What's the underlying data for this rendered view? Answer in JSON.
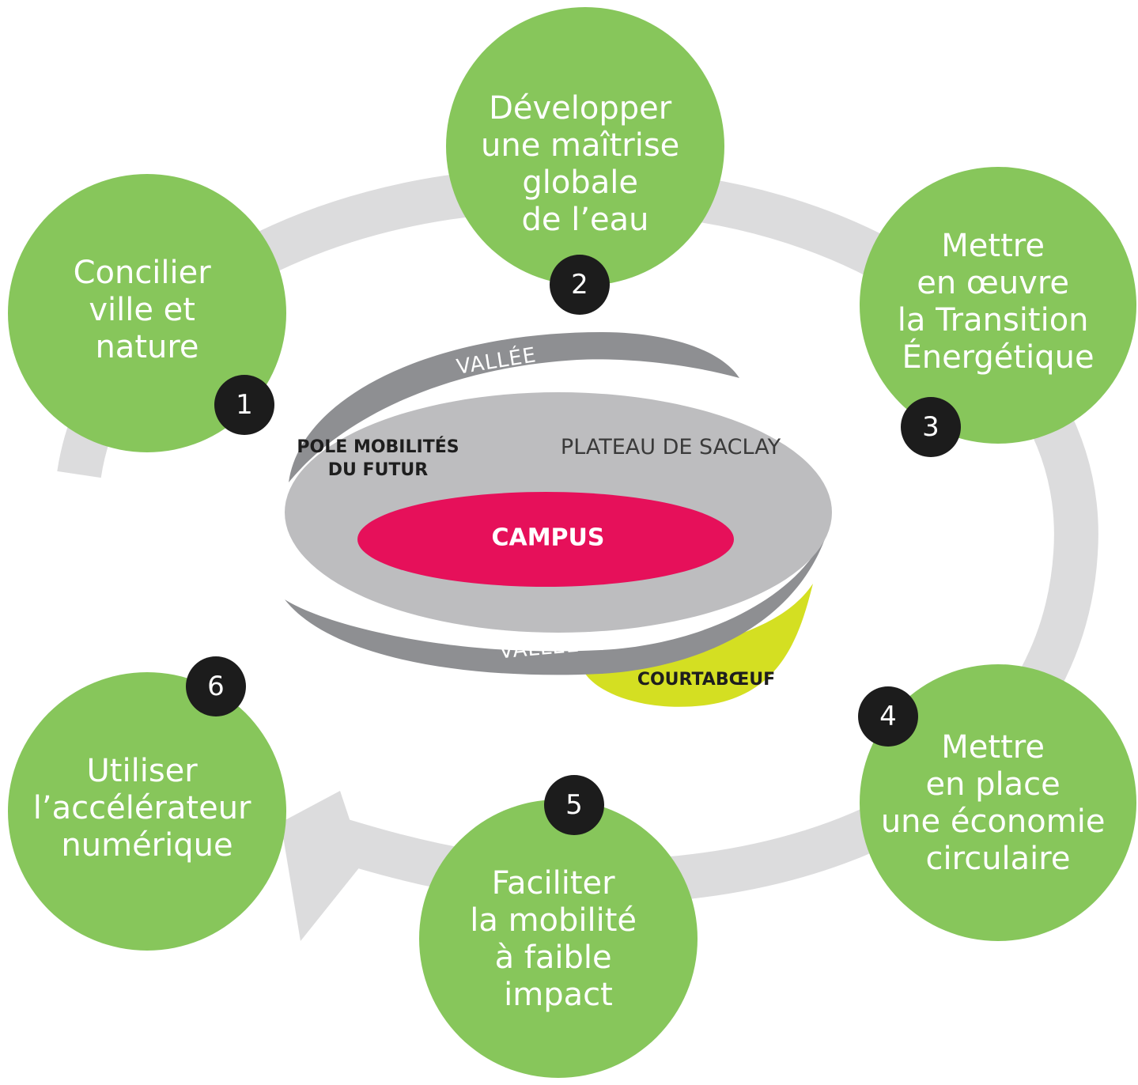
{
  "colors": {
    "green": "#87c65b",
    "ring": "#dcdcdd",
    "badge": "#1c1c1c",
    "plateau": "#bdbdbf",
    "valley": "#8e8f92",
    "campus": "#e6105a",
    "courtaboeuf": "#d4df22"
  },
  "center": {
    "valley_top": "VALLÉE",
    "valley_bottom": "VALLÉE",
    "plateau": "PLATEAU DE SACLAY",
    "campus": "CAMPUS",
    "pole_line1": "POLE MOBILITÉS",
    "pole_line2": "DU FUTUR",
    "courtaboeuf": "COURTABŒUF"
  },
  "goals": [
    {
      "number": "1",
      "lines": [
        "Concilier",
        "ville et",
        "nature"
      ]
    },
    {
      "number": "2",
      "lines": [
        "Développer",
        "une maîtrise",
        "globale",
        "de l’eau"
      ]
    },
    {
      "number": "3",
      "lines": [
        "Mettre",
        "en œuvre",
        "la Transition",
        "Énergétique"
      ]
    },
    {
      "number": "4",
      "lines": [
        "Mettre",
        "en place",
        "une économie",
        "circulaire"
      ]
    },
    {
      "number": "5",
      "lines": [
        "Faciliter",
        "la mobilité",
        "à faible",
        "impact"
      ]
    },
    {
      "number": "6",
      "lines": [
        "Utiliser",
        "l’accélérateur",
        "numérique"
      ]
    }
  ]
}
